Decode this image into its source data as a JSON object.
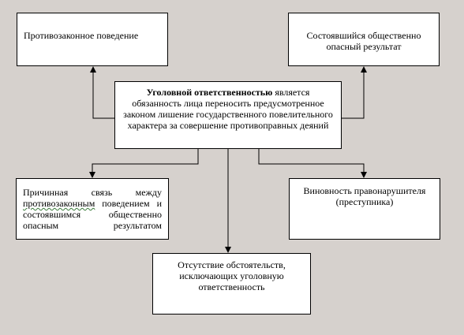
{
  "boxes": {
    "top_left": "Противозаконное поведение",
    "top_right": "Состоявшийся общественно опасный результат",
    "center_bold": "Уголовной ответственностью",
    "center_rest": " является обязанность лица переносить предусмотренное законом лишение государственного повелительного характера за совершение противоправных деяний",
    "bottom_left_a": "Причинная связь между ",
    "bottom_left_wavy": "противозаконным",
    "bottom_left_b": " поведением и состоявшимся общественно опасным результатом",
    "bottom_right": "Виновность правонарушителя (преступника)",
    "bottom_center": "Отсутствие обстоятельств, исключающих уголовную ответственность"
  },
  "colors": {
    "background": "#d6d1cd",
    "box_fill": "#ffffff",
    "line": "#000000"
  }
}
